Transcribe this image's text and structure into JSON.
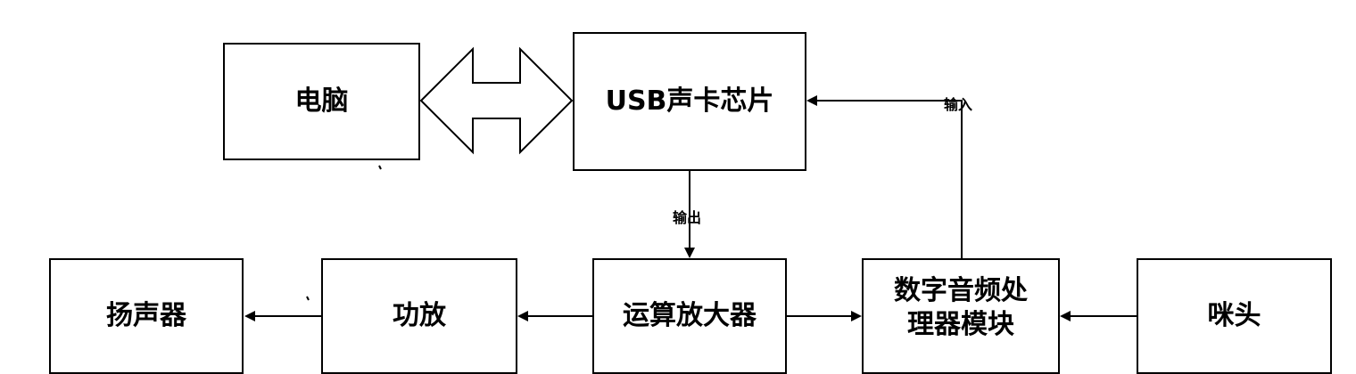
{
  "nodes": {
    "computer": "电脑",
    "usb_chip": "USB声卡芯片",
    "speaker": "扬声器",
    "amplifier": "功放",
    "opamp": "运算放大器",
    "dsp_line1": "数字音频处",
    "dsp_line2": "理器模块",
    "mic": "咪头"
  },
  "labels": {
    "input": "输入",
    "output": "输出"
  }
}
